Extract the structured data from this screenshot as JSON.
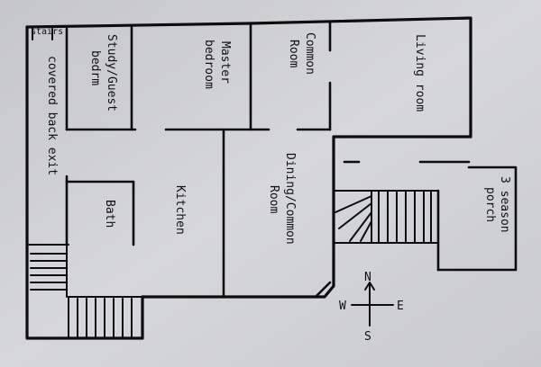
{
  "labels": {
    "stairs_top": "stairs",
    "covered_exit": "covered back exit",
    "study": [
      "Study/Guest",
      "bedrm"
    ],
    "master": [
      "Master",
      "bedroom"
    ],
    "common": [
      "Common",
      "Room"
    ],
    "living": "Living room",
    "dining": [
      "Dining/Common",
      "Room"
    ],
    "kitchen": "Kitchen",
    "bath": "Bath",
    "porch": [
      "3 season",
      "porch"
    ]
  },
  "compass": {
    "north": "N",
    "south": "S",
    "east": "E",
    "west": "W"
  },
  "colors": {
    "paper": "#cfd0d3",
    "ink": "#0d0d0d"
  }
}
